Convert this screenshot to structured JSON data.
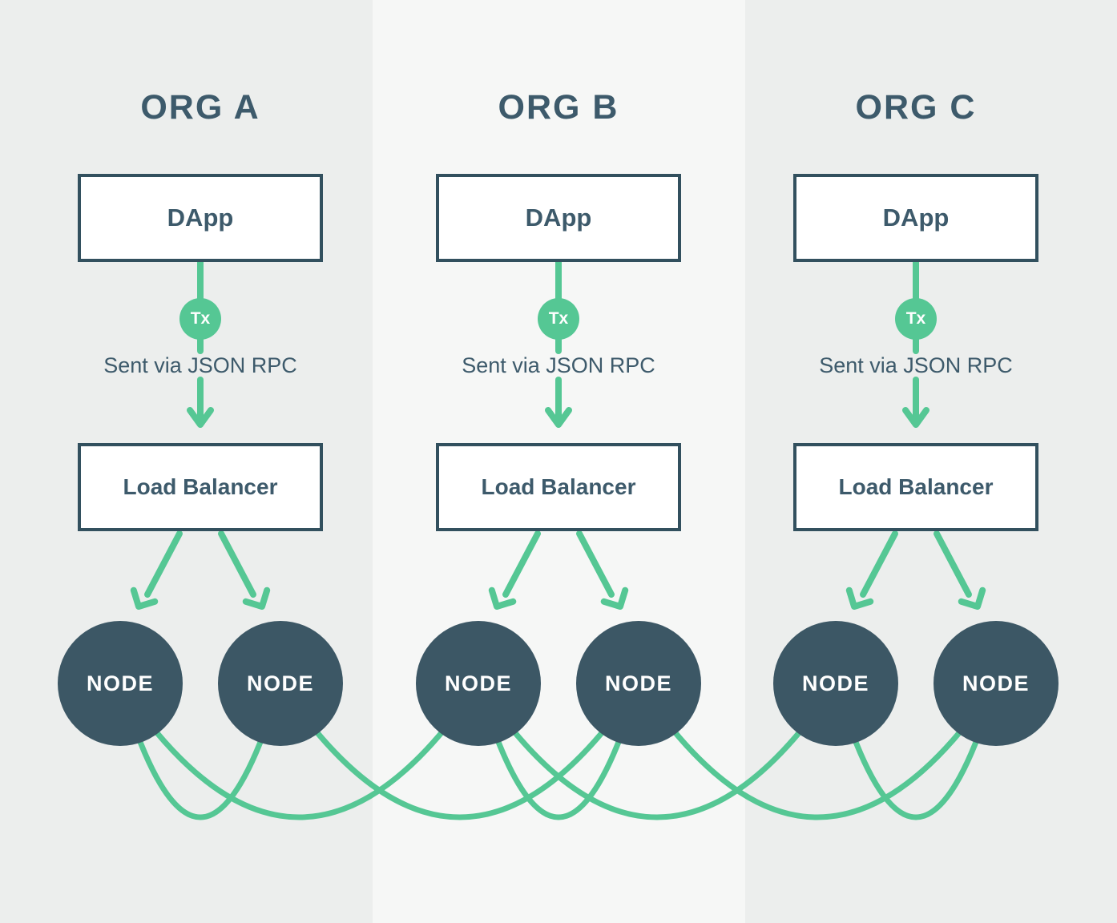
{
  "diagram": {
    "orgs": [
      {
        "title": "ORG A",
        "dapp_label": "DApp",
        "tx_badge": "Tx",
        "rpc_caption": "Sent via JSON RPC",
        "lb_label": "Load Balancer",
        "nodes": [
          "NODE",
          "NODE"
        ]
      },
      {
        "title": "ORG B",
        "dapp_label": "DApp",
        "tx_badge": "Tx",
        "rpc_caption": "Sent via JSON RPC",
        "lb_label": "Load Balancer",
        "nodes": [
          "NODE",
          "NODE"
        ]
      },
      {
        "title": "ORG C",
        "dapp_label": "DApp",
        "tx_badge": "Tx",
        "rpc_caption": "Sent via JSON RPC",
        "lb_label": "Load Balancer",
        "nodes": [
          "NODE",
          "NODE"
        ]
      }
    ],
    "colors": {
      "accent_green": "#55C794",
      "slate_text": "#3D5A6B",
      "box_border": "#32505E",
      "node_fill": "#3C5765",
      "stripe_outer_bg": "#ECEEED",
      "stripe_center_bg": "#F6F7F6",
      "box_fill": "#FFFFFF",
      "label_on_dark": "#FFFFFF"
    }
  }
}
